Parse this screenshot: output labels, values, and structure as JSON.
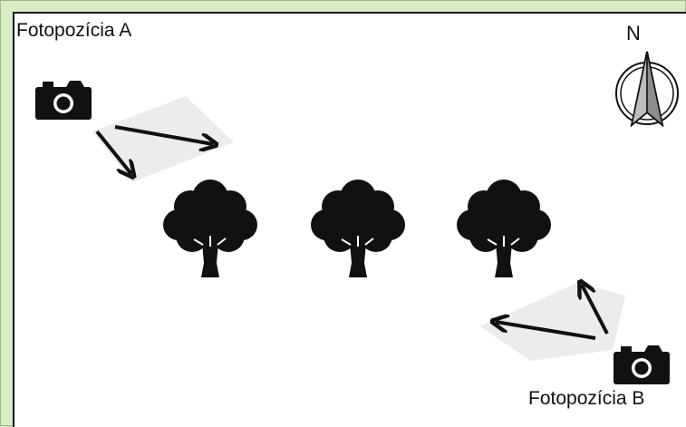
{
  "labels": {
    "position_a": "Fotopozícia A",
    "position_b": "Fotopozícia B",
    "north": "N"
  },
  "icons": {
    "camera_a": "camera-icon",
    "camera_b": "camera-icon",
    "tree": "tree-icon",
    "compass": "compass-icon"
  },
  "colors": {
    "background": "#d9ebc4",
    "panel": "#ffffff",
    "ink": "#111111",
    "field_of_view": "#eeeeee",
    "compass_fill": "#bdbdbd"
  }
}
